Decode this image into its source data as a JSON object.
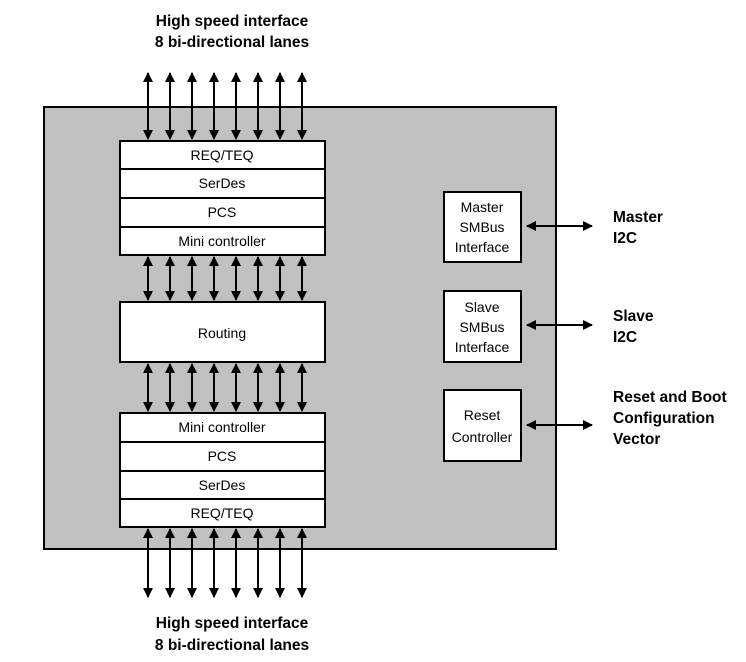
{
  "top_label": {
    "line1": "High speed interface",
    "line2": "8 bi-directional lanes"
  },
  "bottom_label": {
    "line1": "High speed interface",
    "line2": "8 bi-directional lanes"
  },
  "top_stack": [
    "REQ/TEQ",
    "SerDes",
    "PCS",
    "Mini controller"
  ],
  "routing": "Routing",
  "bottom_stack": [
    "Mini controller",
    "PCS",
    "SerDes",
    "REQ/TEQ"
  ],
  "master_block": {
    "line1": "Master",
    "line2": "SMBus",
    "line3": "Interface"
  },
  "master_ext": {
    "line1": "Master",
    "line2": "I2C"
  },
  "slave_block": {
    "line1": "Slave",
    "line2": "SMBus",
    "line3": "Interface"
  },
  "slave_ext": {
    "line1": "Slave",
    "line2": "I2C"
  },
  "reset_block": {
    "line1": "Reset",
    "line2": "Controller"
  },
  "reset_ext": {
    "line1": "Reset and Boot",
    "line2": "Configuration",
    "line3": "Vector"
  },
  "colors": {
    "chip_fill": "#c0c0c0",
    "block_fill": "#ffffff",
    "line": "#000000"
  }
}
